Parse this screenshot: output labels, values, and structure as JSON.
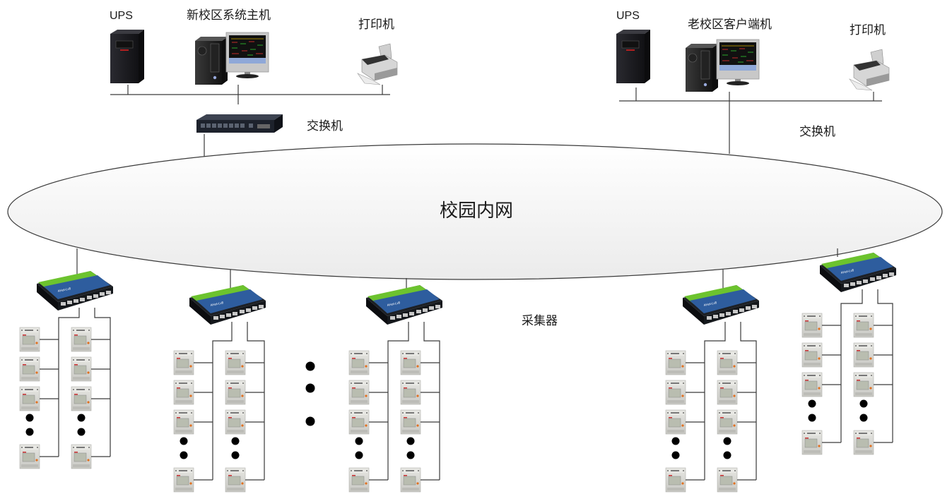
{
  "diagram": {
    "type": "network-topology",
    "cloud": {
      "label": "校园内网"
    },
    "new_campus": {
      "devices": [
        {
          "id": "ups",
          "label": "UPS",
          "icon": "ups-icon"
        },
        {
          "id": "host",
          "label": "新校区系统主机",
          "icon": "workstation-icon"
        },
        {
          "id": "printer",
          "label": "打印机",
          "icon": "printer-icon"
        }
      ],
      "switch": {
        "label": "交换机",
        "icon": "rack-switch-icon"
      }
    },
    "old_campus": {
      "devices": [
        {
          "id": "ups",
          "label": "UPS",
          "icon": "ups-icon"
        },
        {
          "id": "client",
          "label": "老校区客户端机",
          "icon": "workstation-icon"
        },
        {
          "id": "printer",
          "label": "打印机",
          "icon": "printer-icon"
        }
      ],
      "switch": {
        "label": "交换机"
      }
    },
    "collector_label": "采集器",
    "collector_groups": [
      {
        "id": "group-1",
        "meters_per_branch": 4,
        "ellipsis_in_branch": true
      },
      {
        "id": "group-2",
        "meters_per_branch": 4,
        "ellipsis_in_branch": true
      },
      {
        "id": "group-3",
        "meters_per_branch": 4,
        "ellipsis_in_branch": true
      },
      {
        "id": "group-4",
        "meters_per_branch": 4,
        "ellipsis_in_branch": true
      },
      {
        "id": "group-5",
        "meters_per_branch": 4,
        "ellipsis_in_branch": true
      }
    ],
    "group_ellipsis": "more-groups",
    "colors": {
      "line": "#3a3a3a",
      "cloud_fill": "#f3f3f3",
      "switch_green": "#6cc32e",
      "switch_blue": "#2e5d9e",
      "switch_body": "#1d2025",
      "meter_body": "#d8d8d4",
      "ups_body": "#1c1c20"
    }
  }
}
